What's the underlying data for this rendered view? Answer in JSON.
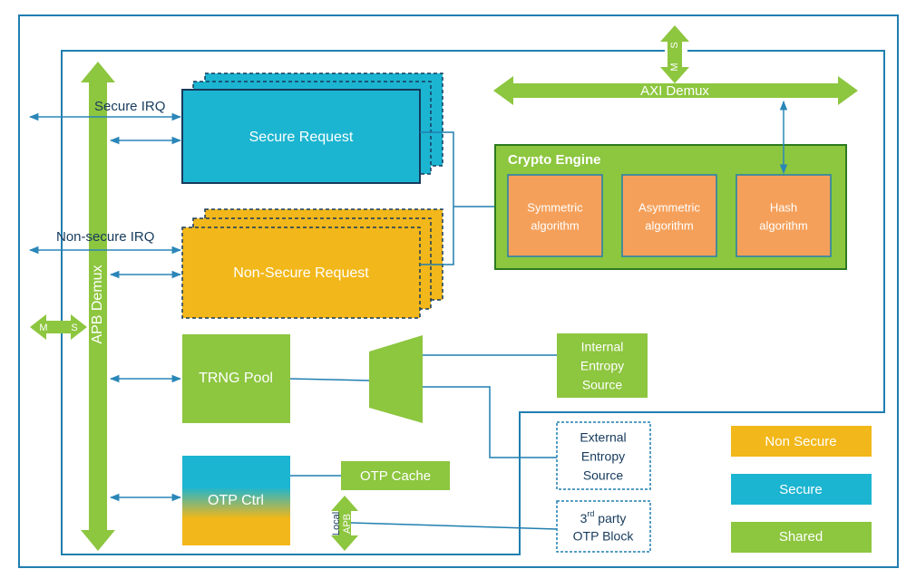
{
  "colors": {
    "frame": "#1f7fb0",
    "green": "#8dc63f",
    "dark_green": "#2c7a1f",
    "secure": "#1cb5d1",
    "non_secure": "#f2b71a",
    "orange": "#f5a05a",
    "arrow": "#2a86b8",
    "text_dark": "#163a5c",
    "white": "#ffffff"
  },
  "labels": {
    "secure_irq": "Secure IRQ",
    "non_secure_irq": "Non-secure IRQ",
    "apb_demux": "APB Demux",
    "axi_demux": "AXI Demux",
    "m": "M",
    "s": "S",
    "secure_request": "Secure Request",
    "non_secure_request": "Non-Secure Request",
    "crypto_engine": "Crypto Engine",
    "symmetric": [
      "Symmetric",
      "algorithm"
    ],
    "asymmetric": [
      "Asymmetric",
      "algorithm"
    ],
    "hash": [
      "Hash",
      "algorithm"
    ],
    "trng_pool": "TRNG Pool",
    "internal_entropy": [
      "Internal",
      "Entropy",
      "Source"
    ],
    "external_entropy": [
      "External",
      "Entropy",
      "Source"
    ],
    "otp_ctrl": "OTP Ctrl",
    "otp_cache": "OTP Cache",
    "local_apb": [
      "Local",
      "APB"
    ],
    "third_party_line1_pre": "3",
    "third_party_line1_sup": "rd",
    "third_party_line1_post": " party",
    "third_party_line2": "OTP Block"
  },
  "legend": [
    {
      "label": "Non Secure",
      "color": "#f2b71a"
    },
    {
      "label": "Secure",
      "color": "#1cb5d1"
    },
    {
      "label": "Shared",
      "color": "#8dc63f"
    }
  ]
}
